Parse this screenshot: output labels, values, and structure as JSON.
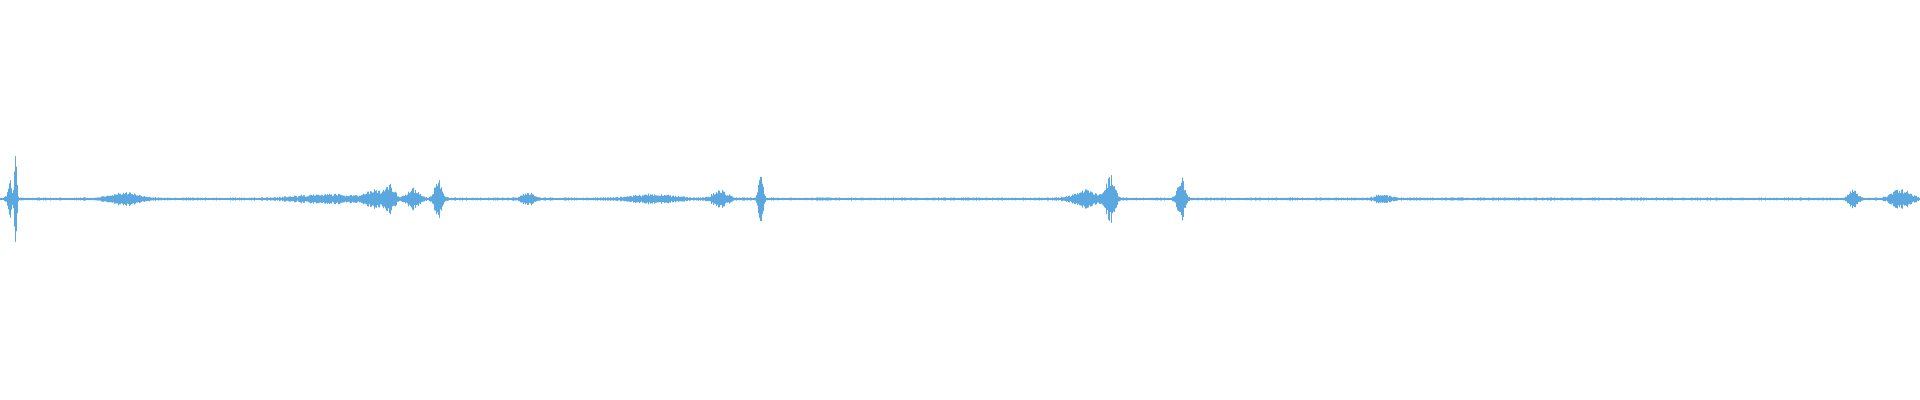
{
  "waveform": {
    "color": "#5ba7e0",
    "background": "#ffffff",
    "events": [
      {
        "at": 0.005,
        "amp": 0.1,
        "spread": 0.0015
      },
      {
        "at": 0.008,
        "amp": 0.28,
        "spread": 0.0008
      },
      {
        "at": 0.065,
        "amp": 0.03,
        "spread": 0.01
      },
      {
        "at": 0.17,
        "amp": 0.02,
        "spread": 0.02
      },
      {
        "at": 0.195,
        "amp": 0.04,
        "spread": 0.006
      },
      {
        "at": 0.203,
        "amp": 0.07,
        "spread": 0.003
      },
      {
        "at": 0.215,
        "amp": 0.05,
        "spread": 0.004
      },
      {
        "at": 0.228,
        "amp": 0.09,
        "spread": 0.0025
      },
      {
        "at": 0.275,
        "amp": 0.03,
        "spread": 0.004
      },
      {
        "at": 0.34,
        "amp": 0.02,
        "spread": 0.015
      },
      {
        "at": 0.375,
        "amp": 0.04,
        "spread": 0.005
      },
      {
        "at": 0.396,
        "amp": 0.15,
        "spread": 0.0015
      },
      {
        "at": 0.565,
        "amp": 0.04,
        "spread": 0.008
      },
      {
        "at": 0.578,
        "amp": 0.12,
        "spread": 0.003
      },
      {
        "at": 0.615,
        "amp": 0.12,
        "spread": 0.0025
      },
      {
        "at": 0.72,
        "amp": 0.02,
        "spread": 0.005
      },
      {
        "at": 0.965,
        "amp": 0.04,
        "spread": 0.003
      },
      {
        "at": 0.99,
        "amp": 0.05,
        "spread": 0.006
      }
    ],
    "baseline_noise": 0.006
  }
}
